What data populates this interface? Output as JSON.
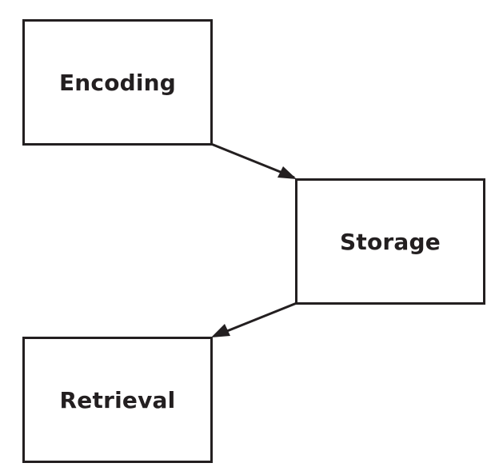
{
  "diagram": {
    "nodes": [
      {
        "id": "encoding",
        "label": "Encoding"
      },
      {
        "id": "storage",
        "label": "Storage"
      },
      {
        "id": "retrieval",
        "label": "Retrieval"
      }
    ],
    "edges": [
      {
        "from": "encoding",
        "to": "storage"
      },
      {
        "from": "storage",
        "to": "retrieval"
      }
    ],
    "colors": {
      "stroke": "#231f20",
      "background": "#ffffff"
    }
  }
}
